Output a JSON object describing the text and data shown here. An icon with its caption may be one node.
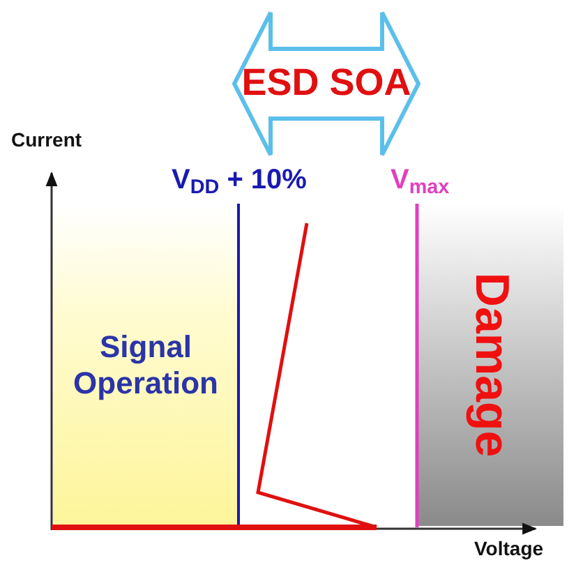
{
  "diagram": {
    "nodes": [
      {
        "text": [
          "ESD SOA"
        ]
      },
      {
        "text": [
          "Signal Operation"
        ]
      },
      {
        "text": [
          "Damage"
        ]
      }
    ],
    "labels": [
      "Current",
      "V$_{DD}$ + 10%",
      "V$_{max}$",
      "Voltage"
    ]
  }
}
